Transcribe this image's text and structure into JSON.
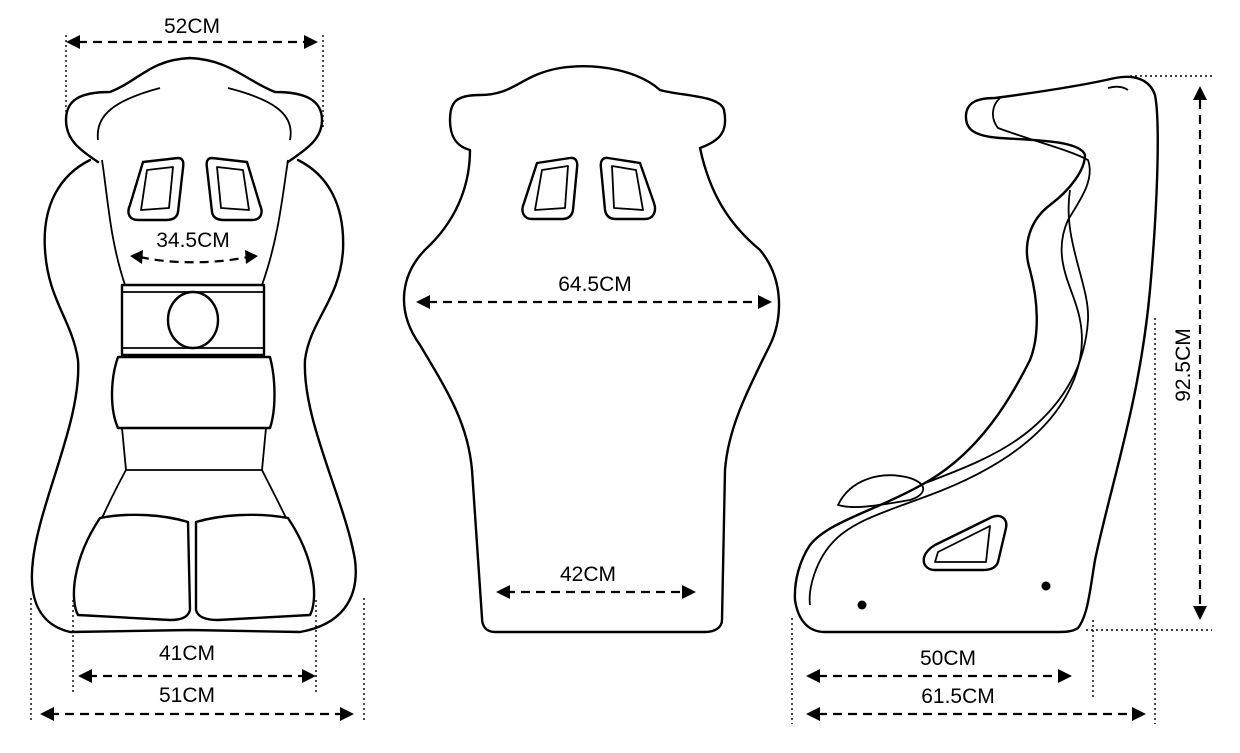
{
  "dimensions": {
    "front_top_width": "52CM",
    "front_shoulder_inner": "34.5CM",
    "front_bottom_inner": "41CM",
    "front_bottom_outer": "51CM",
    "back_max_width": "64.5CM",
    "back_bottom_width": "42CM",
    "side_height": "92.5CM",
    "side_base_inner": "50CM",
    "side_base_outer": "61.5CM"
  }
}
